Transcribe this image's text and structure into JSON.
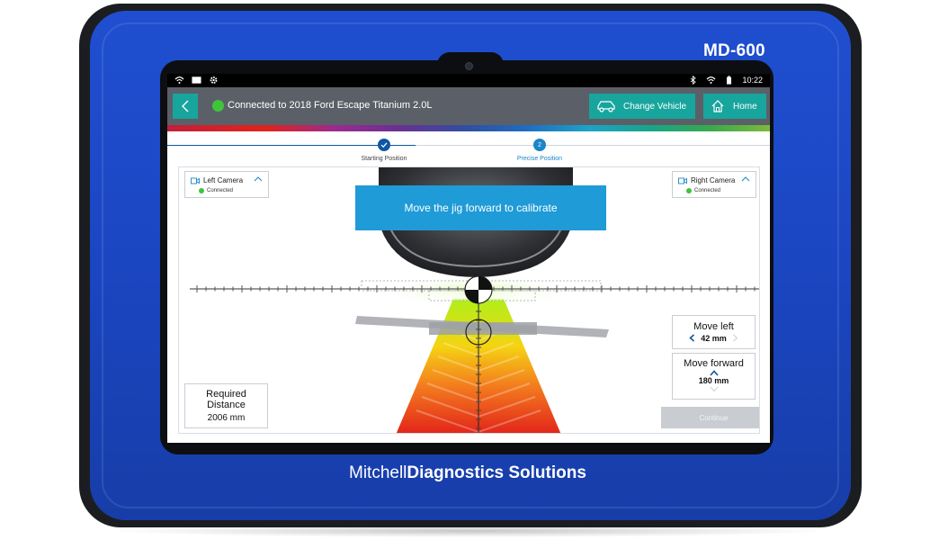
{
  "device": {
    "model": "MD-600",
    "brand_part1": "Mitchell",
    "brand_part2": "Diagnostics Solutions"
  },
  "statusbar": {
    "time": "10:22"
  },
  "appbar": {
    "connection_text": "Connected to 2018 Ford Escape Titanium 2.0L",
    "change_vehicle_label": "Change Vehicle",
    "home_label": "Home"
  },
  "stepper": {
    "steps": [
      {
        "label": "Starting Position",
        "state": "complete"
      },
      {
        "label": "Precise Position",
        "number": "2",
        "state": "active"
      }
    ]
  },
  "cameras": {
    "left": {
      "name": "Left Camera",
      "status": "Connected"
    },
    "right": {
      "name": "Right Camera",
      "status": "Connected"
    }
  },
  "instruction": "Move the jig forward to calibrate",
  "required_distance": {
    "label_line1": "Required",
    "label_line2": "Distance",
    "value": "2006 mm"
  },
  "move_left": {
    "label": "Move left",
    "value": "42 mm"
  },
  "move_forward": {
    "label": "Move forward",
    "value": "180 mm"
  },
  "continue_label": "Continue",
  "colors": {
    "device_blue": "#1b46c2",
    "teal_button": "#18a59d",
    "appbar_gray": "#5b6068",
    "banner_blue": "#1f9bd7",
    "connected_green": "#3fc43a",
    "step_blue": "#0d57a5"
  }
}
